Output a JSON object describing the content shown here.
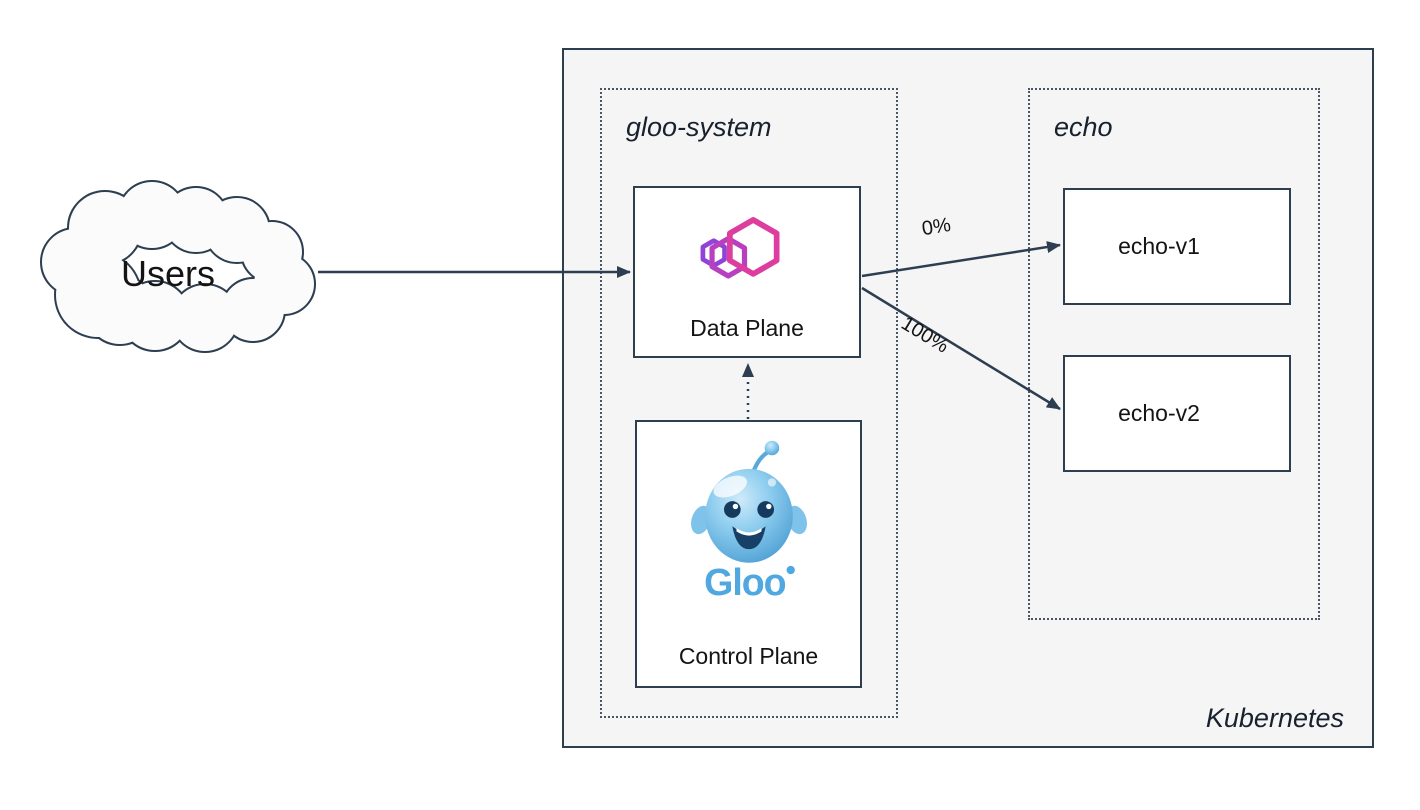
{
  "diagram": {
    "users_label": "Users",
    "kubernetes_label": "Kubernetes",
    "namespaces": {
      "gloo_system": "gloo-system",
      "echo": "echo"
    },
    "nodes": {
      "data_plane": "Data Plane",
      "control_plane": "Control Plane",
      "gloo_wordmark": "Gloo",
      "echo_v1": "echo-v1",
      "echo_v2": "echo-v2"
    },
    "edges": {
      "users_to_data_plane": "solid-arrow",
      "control_to_data_plane": "dotted-arrow",
      "v1_weight": "0%",
      "v2_weight": "100%"
    },
    "colors": {
      "cluster_border": "#2d3e50",
      "cluster_background": "#f5f5f6",
      "arrow": "#2d3e50",
      "logo_pink": "#dd3d9e",
      "logo_magenta": "#b83fc0",
      "logo_purple": "#8f44d6",
      "mascot_blue": "#5fb0e0"
    }
  }
}
